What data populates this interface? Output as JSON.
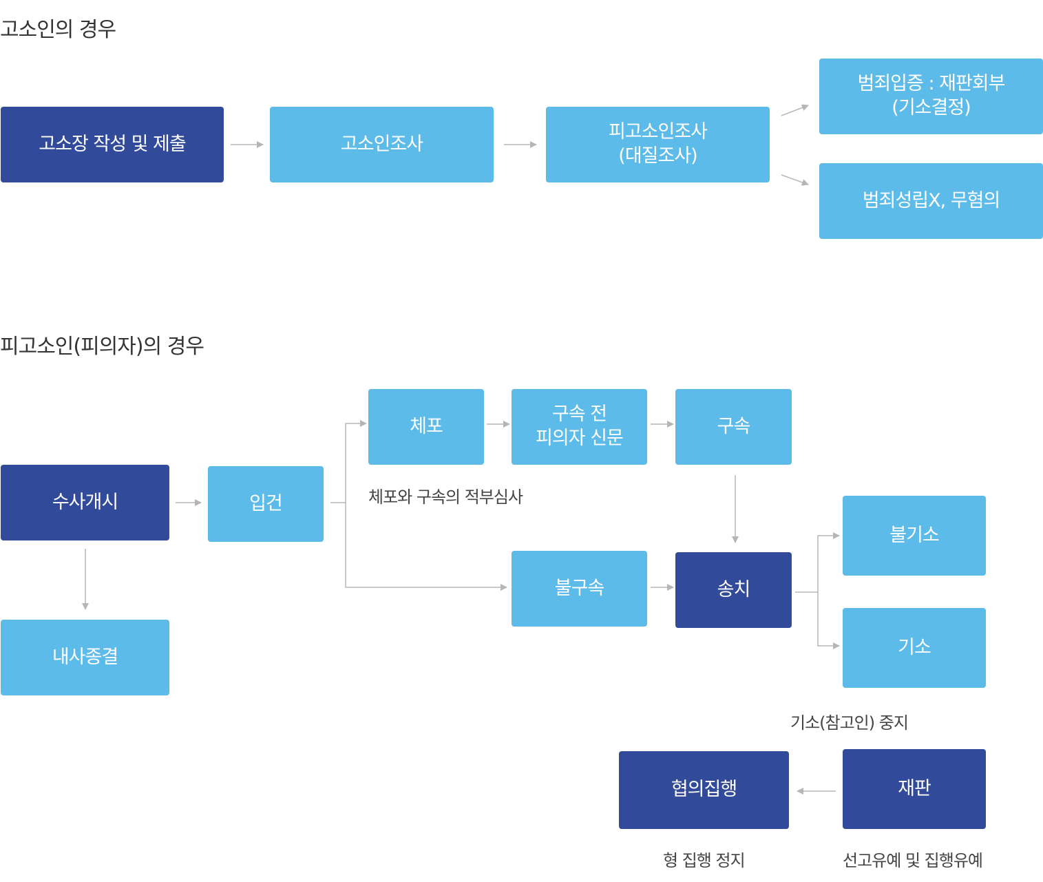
{
  "complainant": {
    "heading": "고소인의 경우",
    "steps": {
      "file_complaint": "고소장 작성 및 제출",
      "complainant_investigation": "고소인조사",
      "accused_investigation": [
        "피고소인조사",
        "(대질조사)"
      ],
      "crime_proven": [
        "범죄입증 : 재판회부",
        "(기소결정)"
      ],
      "crime_not_established": "범죄성립X, 무혐의"
    }
  },
  "accused": {
    "heading": "피고소인(피의자)의 경우",
    "steps": {
      "investigation_start": "수사개시",
      "internal_closure": "내사종결",
      "case_registration": "입건",
      "arrest": "체포",
      "pre_detention_interrogation": [
        "구속 전",
        "피의자 신문"
      ],
      "detention": "구속",
      "no_detention": "불구속",
      "referral": "송치",
      "non_indictment": "불기소",
      "indictment": "기소",
      "trial": "재판",
      "consultation_execution": "협의집행"
    },
    "notes": {
      "arrest_review": "체포와 구속의 적부심사",
      "indictment_suspension": "기소(참고인) 중지",
      "sentence_suspension": "형 집행 정지",
      "probation": "선고유예 및 집행유예"
    }
  },
  "colors": {
    "light_box": "#5dbbe9",
    "dark_box": "#324a9a",
    "connector": "#b5b5b5",
    "heading_text": "#333333"
  }
}
